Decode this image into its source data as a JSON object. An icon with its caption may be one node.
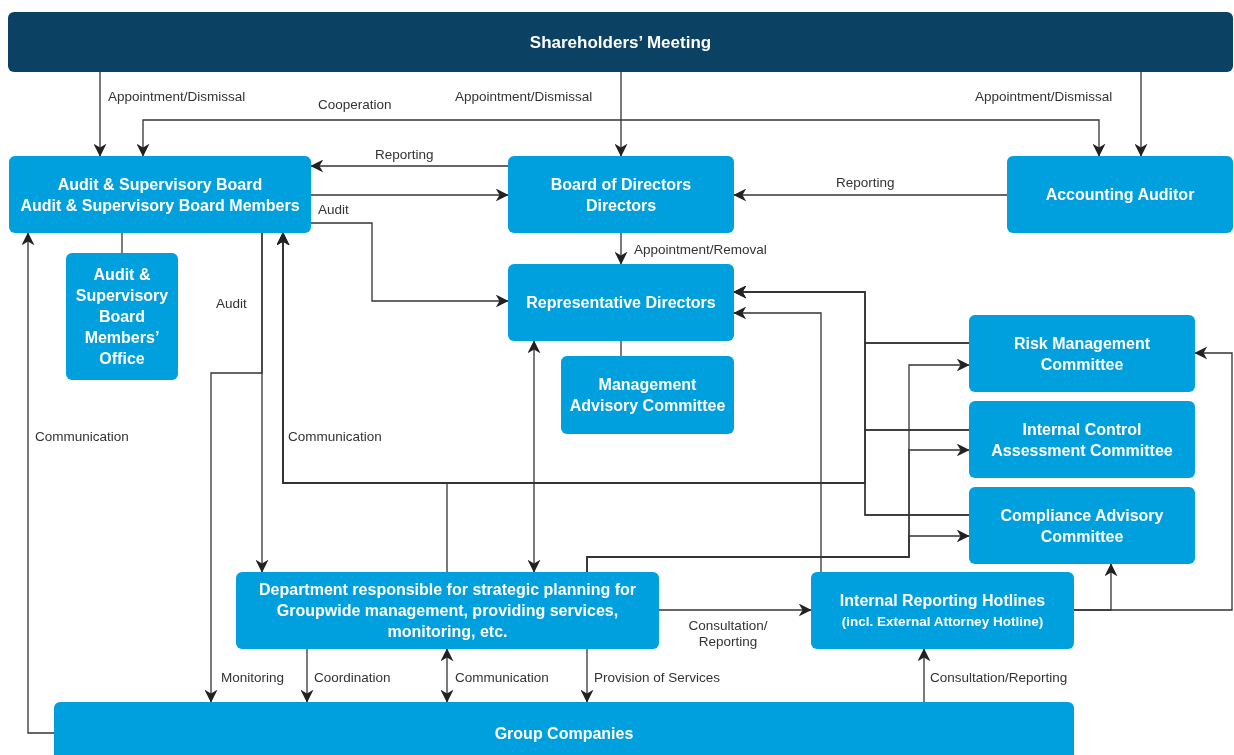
{
  "diagram": {
    "nodes": [
      {
        "text": [
          "Shareholders’ Meeting"
        ]
      },
      {
        "text": [
          "Audit & Supervisory Board",
          "Audit & Supervisory Board Members"
        ]
      },
      {
        "text": [
          "Board of Directors",
          "Directors"
        ]
      },
      {
        "text": [
          "Accounting Auditor"
        ]
      },
      {
        "text": [
          "Audit & Supervisory Board Members’ Office"
        ]
      },
      {
        "text": [
          "Representative Directors"
        ]
      },
      {
        "text": [
          "Management Advisory Committee"
        ]
      },
      {
        "text": [
          "Risk Management Committee"
        ]
      },
      {
        "text": [
          "Internal Control Assessment Committee"
        ]
      },
      {
        "text": [
          "Compliance Advisory Committee"
        ]
      },
      {
        "text": [
          "Department responsible for strategic planning for Groupwide management, providing services, monitoring, etc."
        ]
      },
      {
        "text": [
          "Internal Reporting Hotlines",
          "(incl. External Attorney Hotline)"
        ]
      },
      {
        "text": [
          "Group Companies"
        ]
      }
    ],
    "edges": [
      {
        "from": 0,
        "to": 1,
        "arrow": "to",
        "label": "Appointment/Dismissal"
      },
      {
        "from": 0,
        "to": 2,
        "arrow": "to",
        "label": "Appointment/Dismissal"
      },
      {
        "from": 0,
        "to": 3,
        "arrow": "to",
        "label": "Appointment/Dismissal"
      },
      {
        "from": 3,
        "to": 1,
        "arrow": "both",
        "label": "Cooperation"
      },
      {
        "from": 2,
        "to": 1,
        "arrow": "to",
        "label": "Reporting"
      },
      {
        "from": 1,
        "to": 2,
        "arrow": "to"
      },
      {
        "from": 3,
        "to": 2,
        "arrow": "to",
        "label": "Reporting"
      },
      {
        "from": 2,
        "to": 5,
        "arrow": "to",
        "label": "Appointment/Removal"
      },
      {
        "from": 1,
        "to": 4,
        "arrow": "none"
      },
      {
        "from": 1,
        "to": 5,
        "arrow": "to",
        "label": "Audit"
      },
      {
        "from": 1,
        "to": 10,
        "arrow": "to",
        "label": "Audit"
      },
      {
        "from": 1,
        "to": 12,
        "arrow": "to",
        "label": "Monitoring"
      },
      {
        "from": 5,
        "to": 6,
        "arrow": "none"
      },
      {
        "from": 12,
        "to": 1,
        "arrow": "to",
        "label": "Communication"
      },
      {
        "from": 10,
        "to": 1,
        "arrow": "to",
        "label": "Communication"
      },
      {
        "from": 7,
        "to": 1,
        "arrow": "to"
      },
      {
        "from": 8,
        "to": 1,
        "arrow": "to"
      },
      {
        "from": 9,
        "to": 1,
        "arrow": "to"
      },
      {
        "from": 7,
        "to": 5,
        "arrow": "to"
      },
      {
        "from": 8,
        "to": 5,
        "arrow": "to"
      },
      {
        "from": 9,
        "to": 5,
        "arrow": "to"
      },
      {
        "from": 5,
        "to": 10,
        "arrow": "both"
      },
      {
        "from": 11,
        "to": 5,
        "arrow": "to"
      },
      {
        "from": 10,
        "to": 7,
        "arrow": "to"
      },
      {
        "from": 10,
        "to": 8,
        "arrow": "to"
      },
      {
        "from": 10,
        "to": 9,
        "arrow": "to"
      },
      {
        "from": 10,
        "to": 11,
        "arrow": "to",
        "label": "Consultation/ Reporting"
      },
      {
        "from": 11,
        "to": 9,
        "arrow": "to"
      },
      {
        "from": 11,
        "to": 7,
        "arrow": "to"
      },
      {
        "from": 12,
        "to": 11,
        "arrow": "to",
        "label": "Consultation/Reporting"
      },
      {
        "from": 10,
        "to": 12,
        "arrow": "to",
        "label": "Coordination"
      },
      {
        "from": 10,
        "to": 12,
        "arrow": "both",
        "label": "Communication"
      },
      {
        "from": 10,
        "to": 12,
        "arrow": "to",
        "label": "Provision of Services"
      }
    ]
  }
}
